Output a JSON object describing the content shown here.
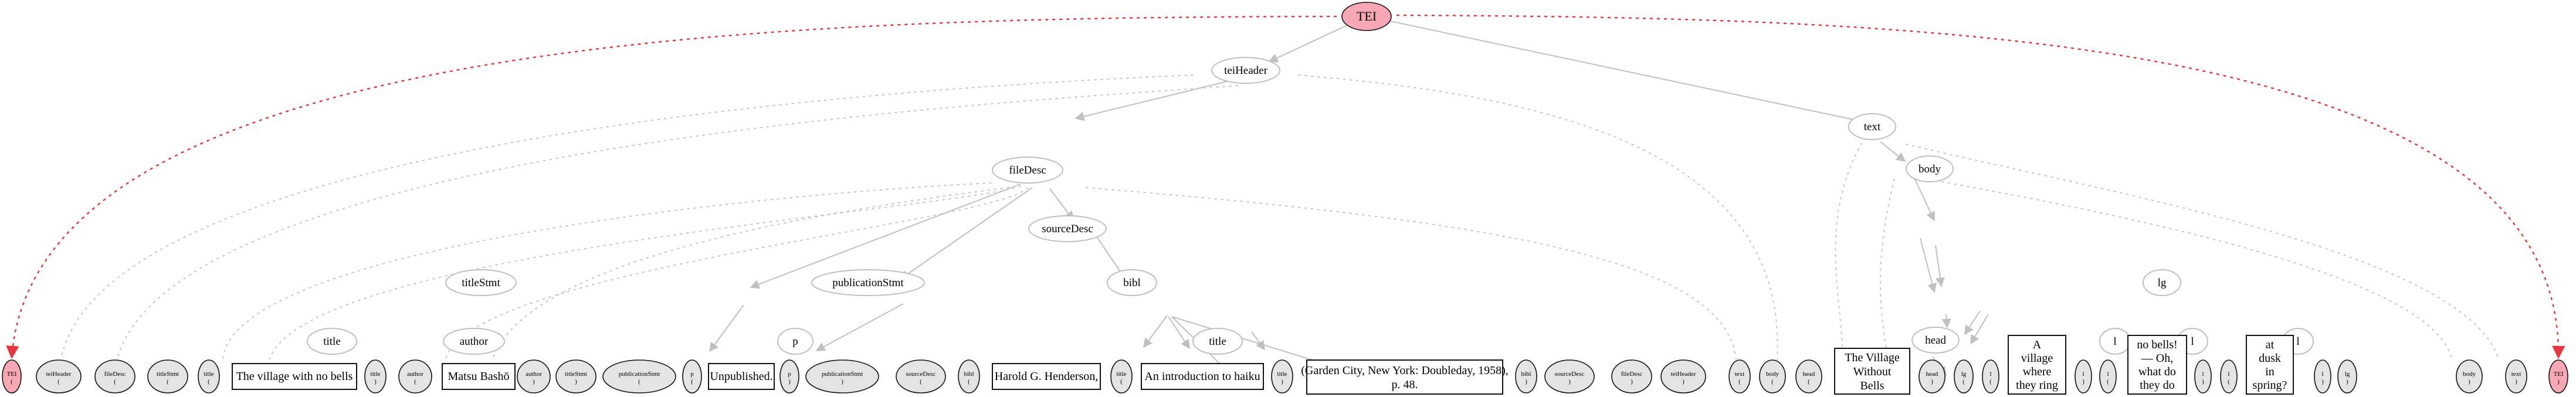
{
  "root": "TEI",
  "elements": {
    "teiHeader": "teiHeader",
    "text": "text",
    "fileDesc": "fileDesc",
    "sourceDesc": "sourceDesc",
    "titleStmt": "titleStmt",
    "publicationStmt": "publicationStmt",
    "bibl": "bibl",
    "title_stmt": "title",
    "author": "author",
    "p": "p",
    "title_bibl": "title",
    "body": "body",
    "head": "head",
    "lg": "lg",
    "l": "l"
  },
  "text_content": {
    "title": "The village with no bells",
    "author": "Matsu Bashō",
    "p": "Unpublished.",
    "bibl_author": "Harold G. Henderson,",
    "bibl_title": "An introduction to haiku",
    "bibl_imprint": [
      "(Garden City, New York: Doubleday, 1958),",
      "p. 48."
    ],
    "head": [
      "The Village",
      "Without",
      "Bells"
    ],
    "line1": [
      "A",
      "village",
      "where",
      "they ring"
    ],
    "line2": [
      "no bells!",
      "— Oh,",
      "what do",
      "they do"
    ],
    "line3": [
      "at",
      "dusk",
      "in",
      "spring?"
    ]
  },
  "open_mark": "(",
  "close_mark": ")",
  "colors": {
    "root_fill": "#f8a8b4",
    "tag_fill": "#e4e4e4",
    "edge": "#c0c0c0",
    "root_link": "#e5373f"
  }
}
